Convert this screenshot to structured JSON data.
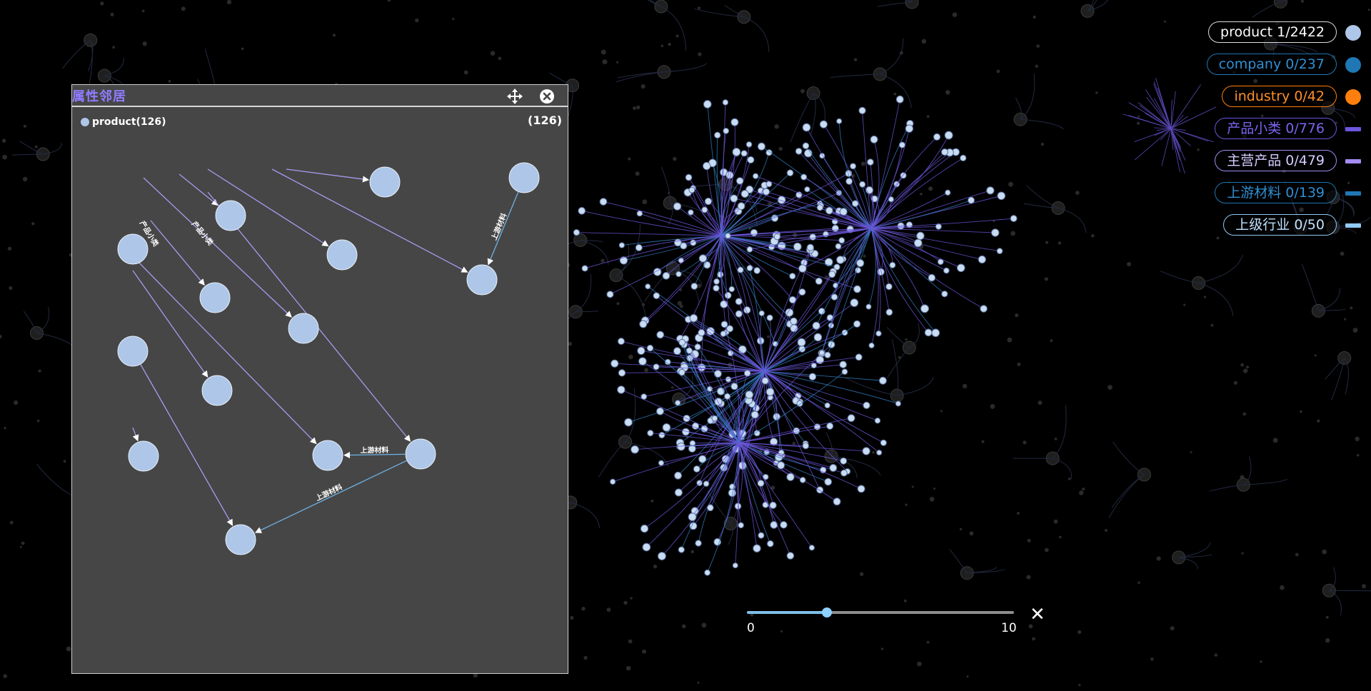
{
  "legend": [
    {
      "label": "product 1/2422",
      "color": "#aec7e8",
      "border": "#dddddd",
      "text": "#ffffff",
      "shape": "dot",
      "active": true
    },
    {
      "label": "company 0/237",
      "color": "#1f77b4",
      "border": "#1f77b4",
      "text": "#2f8fd4",
      "shape": "dot",
      "active": false
    },
    {
      "label": "industry 0/42",
      "color": "#ff7f0e",
      "border": "#ff7f0e",
      "text": "#ff8f2a",
      "shape": "dot",
      "active": false
    },
    {
      "label": "产品小类 0/776",
      "color": "#6d55e0",
      "border": "#6d55e0",
      "text": "#7b64f0",
      "shape": "line",
      "active": false
    },
    {
      "label": "主营产品 0/479",
      "color": "#a48cf5",
      "border": "#a48cf5",
      "text": "#d6ccff",
      "shape": "line",
      "active": false
    },
    {
      "label": "上游材料 0/139",
      "color": "#1f77b4",
      "border": "#1f77b4",
      "text": "#2f8fd4",
      "shape": "line",
      "active": false
    },
    {
      "label": "上级行业 0/50",
      "color": "#8fc9f4",
      "border": "#8fc9f4",
      "text": "#bfe2ff",
      "shape": "line",
      "active": false
    }
  ],
  "panel": {
    "title": "属性邻居",
    "sub_legend": "product(126)",
    "count": "(126)",
    "edge_label_1": "上游材料",
    "edge_label_2": "上游材料",
    "edge_label_3": "上游材料",
    "edge_label_4": "产品小类",
    "edge_label_5": "产品小类"
  },
  "slider": {
    "min": "0",
    "max": "10",
    "value": 3,
    "close": "✕"
  },
  "colors": {
    "node": "#aec7e8",
    "edge_purple": "#a79cf2",
    "edge_blue": "#6fb3e6"
  }
}
